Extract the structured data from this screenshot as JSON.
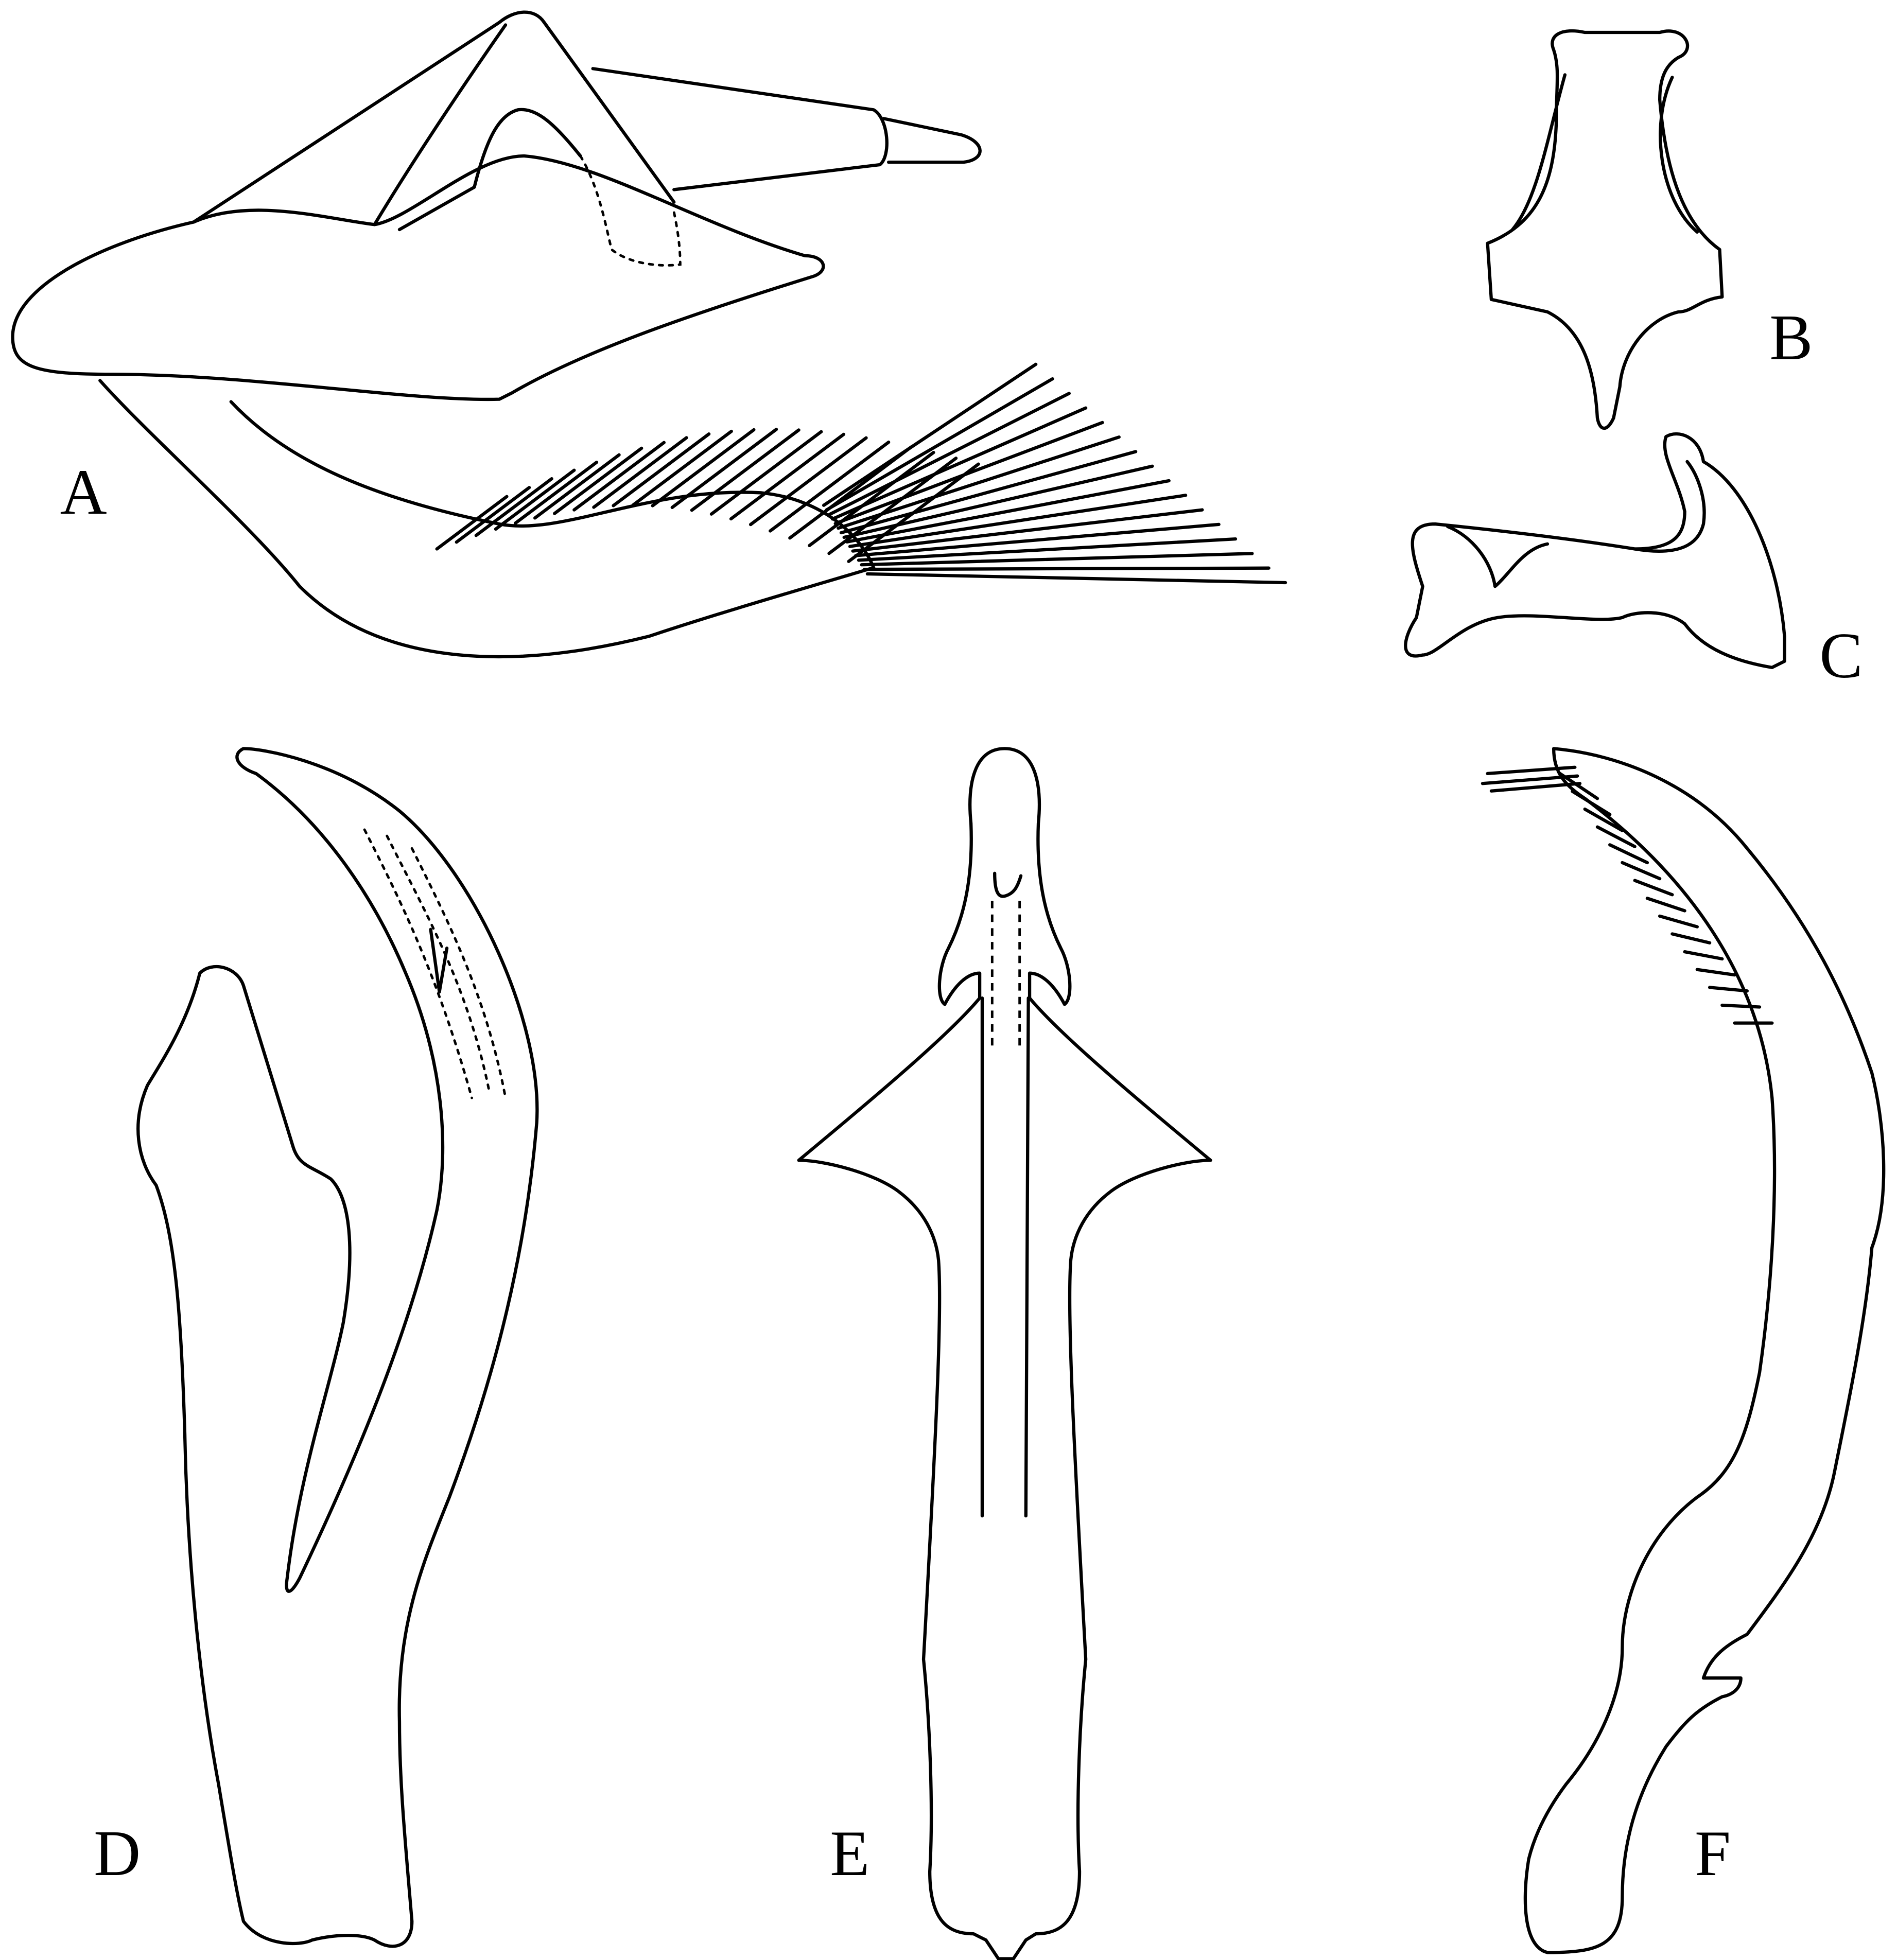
{
  "panels": [
    {
      "label": "A"
    },
    {
      "label": "B"
    },
    {
      "label": "C"
    },
    {
      "label": "D"
    },
    {
      "label": "E"
    },
    {
      "label": "F"
    }
  ],
  "colors": {
    "stroke": "#000000",
    "background": "#ffffff"
  }
}
